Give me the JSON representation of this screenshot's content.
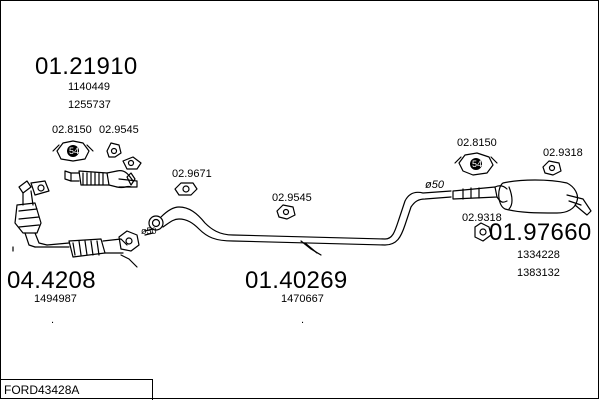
{
  "document_code": "FORD43428A",
  "parts": {
    "front_top": {
      "number": "01.21910",
      "refs": [
        "1140449",
        "1255737"
      ]
    },
    "front_pipe": {
      "number": "04.4208",
      "refs": [
        "1494987"
      ]
    },
    "middle": {
      "number": "01.40269",
      "refs": [
        "1470667"
      ]
    },
    "rear": {
      "number": "01.97660",
      "refs": [
        "1334228",
        "1383132"
      ]
    }
  },
  "accessories": {
    "a1": "02.8150",
    "a2": "02.9545",
    "a3": "02.9671",
    "a4": "02.9545",
    "a5": "02.8150",
    "a6": "02.9318",
    "a7": "02.9318"
  },
  "gasket_text_1": "54",
  "gasket_text_2": "54",
  "diameter_label": "ø50",
  "diameter_label_2": "ø50",
  "dot": "."
}
